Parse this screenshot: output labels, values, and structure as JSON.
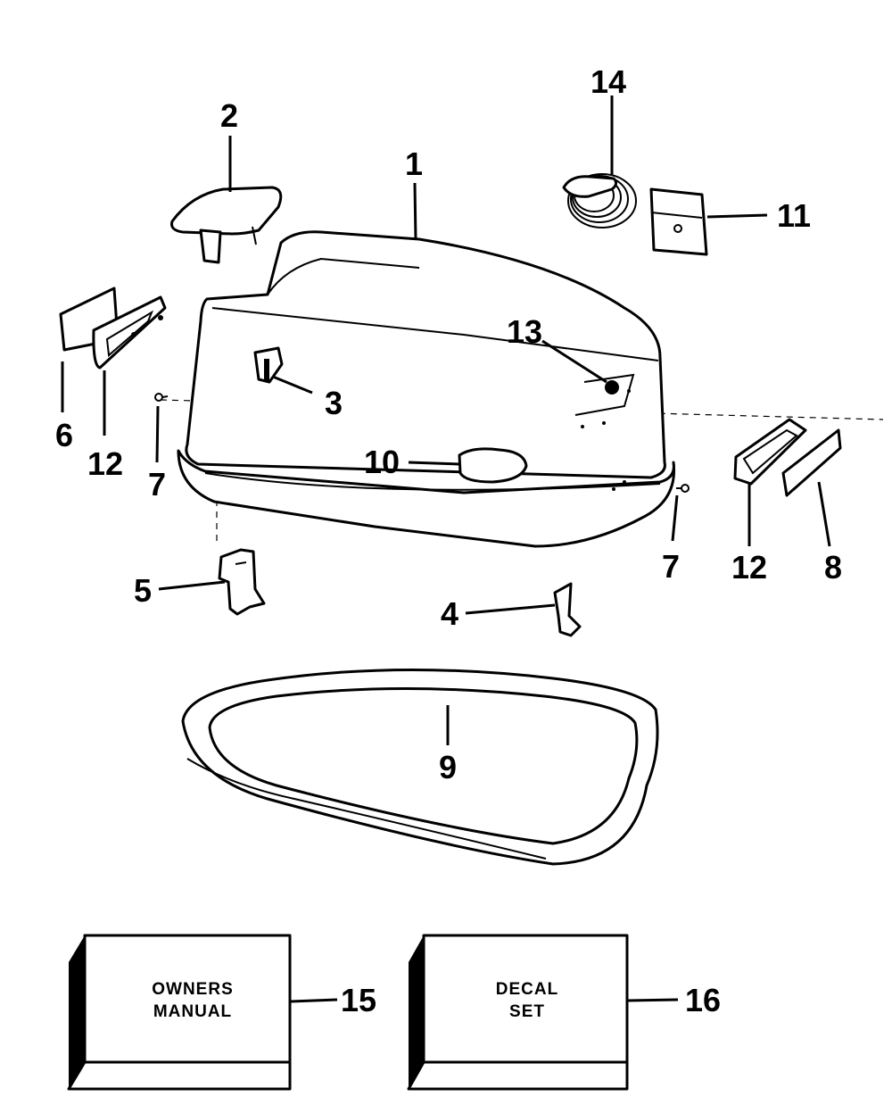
{
  "callouts": [
    {
      "id": "1",
      "label": "1"
    },
    {
      "id": "2",
      "label": "2"
    },
    {
      "id": "3",
      "label": "3"
    },
    {
      "id": "4",
      "label": "4"
    },
    {
      "id": "5",
      "label": "5"
    },
    {
      "id": "6",
      "label": "6"
    },
    {
      "id": "7a",
      "label": "7"
    },
    {
      "id": "7b",
      "label": "7"
    },
    {
      "id": "8",
      "label": "8"
    },
    {
      "id": "9",
      "label": "9"
    },
    {
      "id": "10",
      "label": "10"
    },
    {
      "id": "11",
      "label": "11"
    },
    {
      "id": "12a",
      "label": "12"
    },
    {
      "id": "12b",
      "label": "12"
    },
    {
      "id": "13",
      "label": "13"
    },
    {
      "id": "14",
      "label": "14"
    },
    {
      "id": "15",
      "label": "15"
    },
    {
      "id": "16",
      "label": "16"
    }
  ],
  "boxes": {
    "owners_manual": {
      "line1": "OWNERS",
      "line2": "MANUAL"
    },
    "decal_set": {
      "line1": "DECAL",
      "line2": "SET"
    }
  },
  "colors": {
    "ink": "#000000",
    "paper": "#ffffff"
  }
}
